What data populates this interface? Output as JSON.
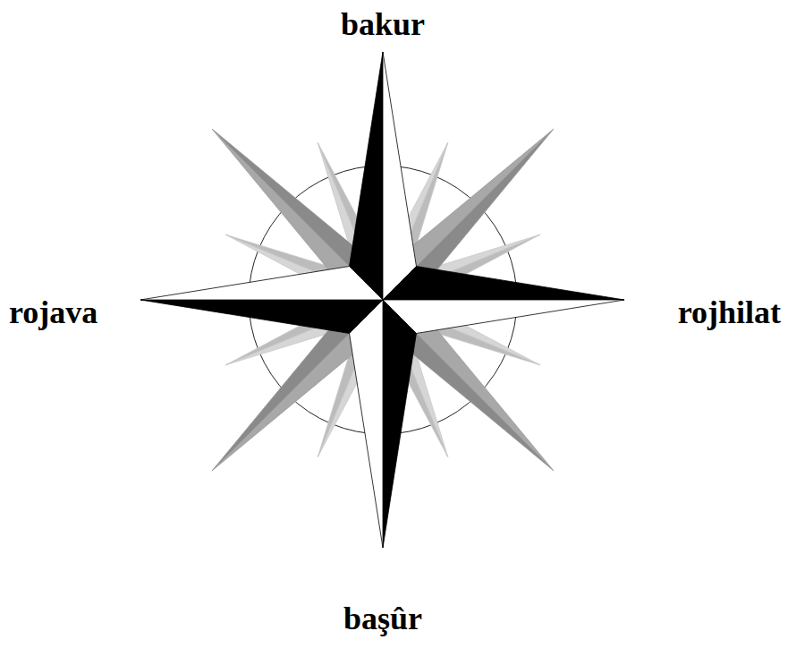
{
  "diagram": {
    "labels": [
      "bakur",
      "rojava",
      "rojhilat",
      "başûr"
    ]
  }
}
